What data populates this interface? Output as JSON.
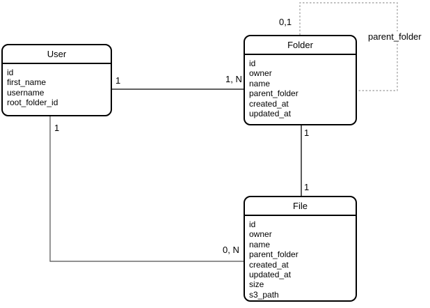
{
  "diagram": {
    "type": "entity-relationship",
    "colors": {
      "entity_border": "#000000",
      "entity_background": "#ffffff",
      "solid_edge": "#000000",
      "dashed_edge": "#999999",
      "text": "#000000"
    },
    "entities": {
      "user": {
        "title": "User",
        "fields": [
          "id",
          "first_name",
          "username",
          "root_folder_id"
        ]
      },
      "folder": {
        "title": "Folder",
        "fields": [
          "id",
          "owner",
          "name",
          "parent_folder",
          "created_at",
          "updated_at"
        ]
      },
      "file": {
        "title": "File",
        "fields": [
          "id",
          "owner",
          "name",
          "parent_folder",
          "created_at",
          "updated_at",
          "size",
          "s3_path"
        ]
      }
    },
    "relationships": {
      "user_folder": {
        "source_label": "1",
        "target_label": "1, N"
      },
      "user_file": {
        "source_label": "1",
        "target_label": "0, N"
      },
      "folder_file": {
        "source_label": "1",
        "target_label": "1"
      },
      "folder_parent": {
        "cardinality": "0,1",
        "name": "parent_folder",
        "style": "dashed"
      }
    }
  }
}
